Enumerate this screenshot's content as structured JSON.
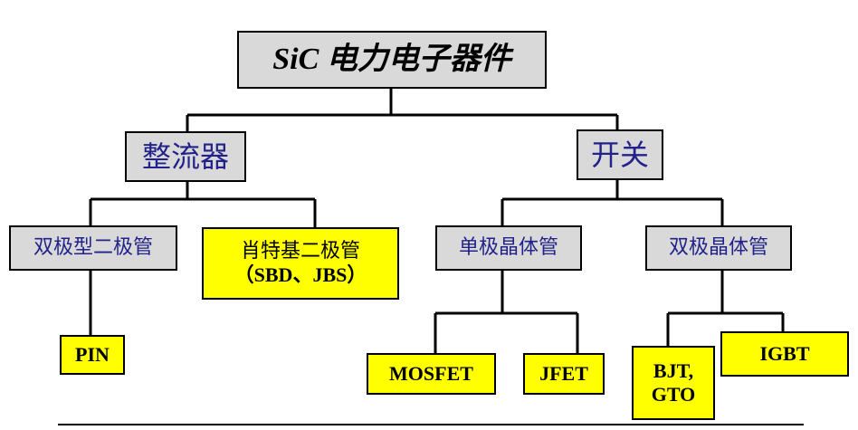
{
  "diagram": {
    "root": "SiC 电力电子器件",
    "rectifier": "整流器",
    "switch": "开关",
    "bipolar_diode": "双极型二极管",
    "schottky_line1": "肖特基二极管",
    "schottky_line2": "（SBD、JBS）",
    "unipolar_transistor": "单极晶体管",
    "bipolar_transistor": "双极晶体管",
    "pin": "PIN",
    "mosfet": "MOSFET",
    "jfet": "JFET",
    "bjt_line1": "BJT,",
    "bjt_line2": "GTO",
    "igbt": "IGBT"
  },
  "colors": {
    "gray_box": "#d9d9d9",
    "yellow_box": "#ffff00",
    "category_text": "#22228a",
    "line": "#000000"
  }
}
